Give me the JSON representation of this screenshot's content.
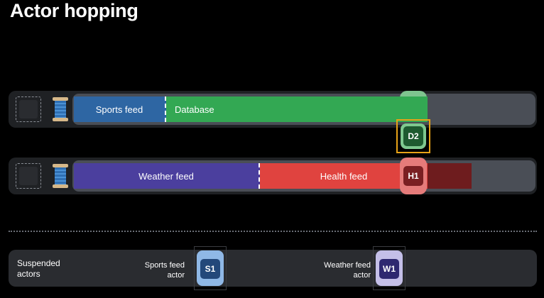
{
  "title": "Actor hopping",
  "thread1": {
    "segments": [
      {
        "label": "Sports feed",
        "color": "#2e66a3"
      },
      {
        "label": "Database",
        "color": "#33a853"
      }
    ],
    "trailing_color": "#7fc48f",
    "chip": {
      "label": "D2",
      "color": "#1e5a30",
      "halo": "#7ec88f",
      "frame": "#e8a317"
    }
  },
  "thread2": {
    "segments": [
      {
        "label": "Weather feed",
        "color": "#4b3f9e"
      },
      {
        "label": "Health feed",
        "color": "#e0433f"
      }
    ],
    "trailing_color": "#6e1c1e",
    "chip": {
      "label": "H1",
      "color": "#7a1f22",
      "halo": "#e57b7a"
    }
  },
  "suspended": {
    "label": "Suspended\nactors",
    "actors": [
      {
        "label": "Sports feed\nactor",
        "chip": "S1",
        "chip_color": "#23487a",
        "halo": "#8fb8e6"
      },
      {
        "label": "Weather feed\nactor",
        "chip": "W1",
        "chip_color": "#2e2870",
        "halo": "#c4bfe8"
      }
    ]
  }
}
